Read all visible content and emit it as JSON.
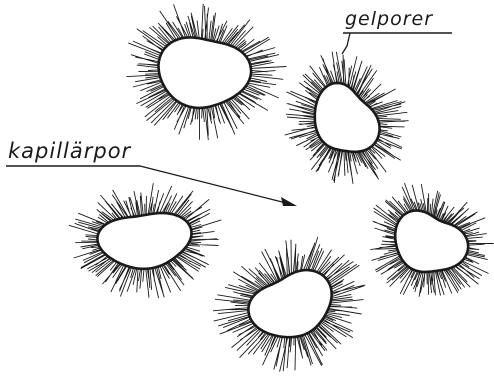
{
  "labels": {
    "gel_pores": "gelporer",
    "capillary_pore": "kapillärpor"
  },
  "colors": {
    "ink": "#1a1a1a",
    "background": "#ffffff"
  },
  "particle_count": 5
}
